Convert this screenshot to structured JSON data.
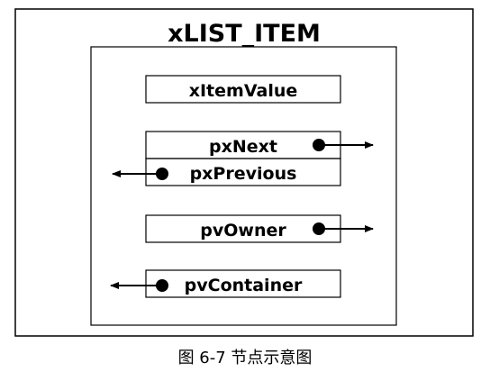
{
  "diagram": {
    "title": "xLIST_ITEM",
    "fields": {
      "item_value": "xItemValue",
      "next": "pxNext",
      "previous": "pxPrevious",
      "owner": "pvOwner",
      "container": "pvContainer"
    },
    "caption": "图 6-7 节点示意图",
    "colors": {
      "stroke": "#000000",
      "background": "#ffffff"
    }
  }
}
